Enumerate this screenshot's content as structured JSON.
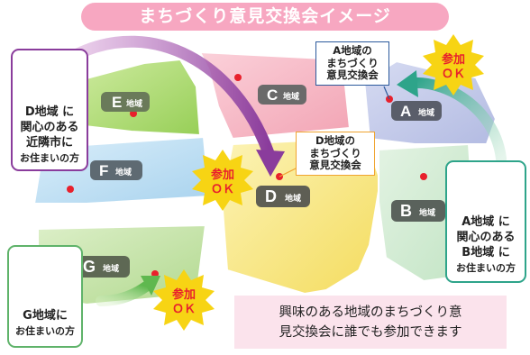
{
  "title": "まちづくり意見交換会イメージ",
  "areas": [
    {
      "letter": "A",
      "suffix": "地域"
    },
    {
      "letter": "B",
      "suffix": "地域"
    },
    {
      "letter": "C",
      "suffix": "地域"
    },
    {
      "letter": "D",
      "suffix": "地域"
    },
    {
      "letter": "E",
      "suffix": "地域"
    },
    {
      "letter": "F",
      "suffix": "地域"
    },
    {
      "letter": "G",
      "suffix": "地域"
    }
  ],
  "persons": {
    "d_area": {
      "lines": [
        "D地域 に",
        "関心のある",
        "近隣市に",
        "お住まいの方"
      ]
    },
    "a_area": {
      "lines": [
        "A地域 に",
        "関心のある",
        "B地域 に",
        "お住まいの方"
      ]
    },
    "g_area": {
      "lines": [
        "G地域に",
        "お住まいの方"
      ]
    }
  },
  "meetings": {
    "a": {
      "lines": [
        "A地域の",
        "まちづくり",
        "意見交換会"
      ]
    },
    "d": {
      "lines": [
        "D地域の",
        "まちづくり",
        "意見交換会"
      ]
    }
  },
  "badges": {
    "line1": "参加",
    "line2": "ＯＫ"
  },
  "note": {
    "lines": [
      "興味のある地域のまちづくり意",
      "見交換会に誰でも参加できます"
    ]
  },
  "colors": {
    "title_bg": "#f7a7c1",
    "area_a": "#c5cbe8",
    "area_b": "#d4ecd4",
    "area_c": "#f6b9c6",
    "area_d": "#f9ea93",
    "area_e": "#b6e07e",
    "area_f": "#c5e2f4",
    "area_g": "#cbe6b2",
    "badge": "#f7d414",
    "arrow_purple": "#8a3c9c",
    "arrow_green": "#2ea48a",
    "border_blue": "#2c5a9c",
    "border_orange": "#f0a430",
    "border_green": "#5fb36a"
  }
}
